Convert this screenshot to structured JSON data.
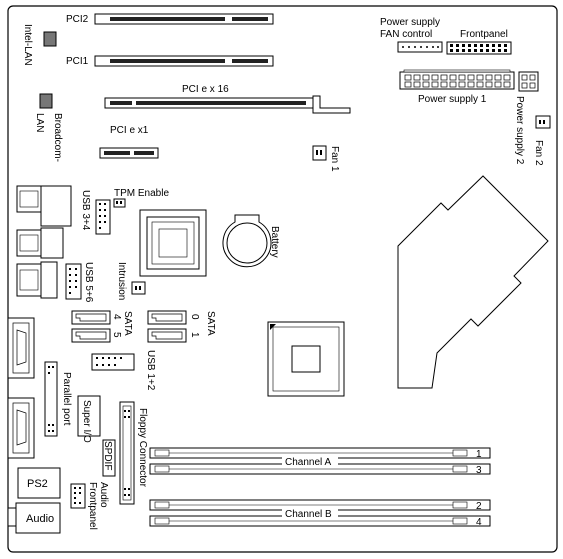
{
  "labels": {
    "pci2": "PCI2",
    "pci1": "PCI1",
    "pcie_x16": "PCI e x 16",
    "pcie_x1": "PCI e x1",
    "intel_lan": "Intel-LAN",
    "broadcom_lan": "Broadcom-LAN",
    "power_supply_fan_control_line1": "Power supply",
    "power_supply_fan_control_line2": "FAN control",
    "frontpanel": "Frontpanel",
    "power_supply_1": "Power supply 1",
    "power_supply_2": "Power supply 2",
    "fan_2": "Fan 2",
    "fan_1": "Fan 1",
    "tpm_enable": "TPM Enable",
    "usb_3_4": "USB 3+4",
    "battery": "Battery",
    "usb_5_6": "USB 5+6",
    "intrusion": "Intrusion",
    "sata_4": "SATA",
    "sata_4_num_a": "4",
    "sata_4_num_b": "5",
    "sata_0": "SATA",
    "sata_0_num_a": "0",
    "sata_0_num_b": "1",
    "usb_1_2": "USB 1+2",
    "parallel_port": "Parallel port",
    "super_io": "Super I/O",
    "floppy_connector": "Floppy Connector",
    "spdif": "SPDIF",
    "ps2": "PS2",
    "audio": "Audio",
    "audio_frontpanel": "Audio Frontpanel",
    "channel_a": "Channel A",
    "channel_b": "Channel B",
    "dimm_1": "1",
    "dimm_3": "3",
    "dimm_2": "2",
    "dimm_4": "4"
  }
}
